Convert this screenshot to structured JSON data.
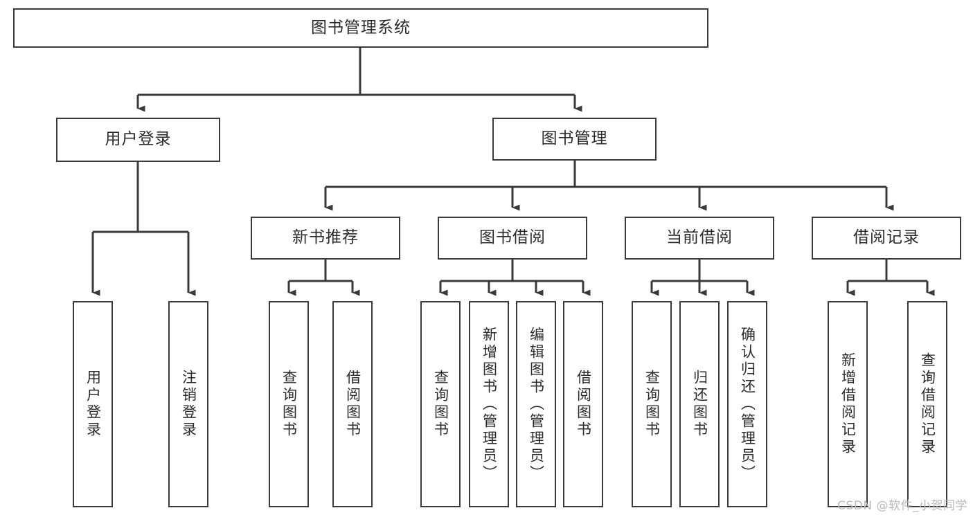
{
  "diagram": {
    "type": "tree-hierarchy",
    "title": "图书管理系统",
    "watermark": "CSDN @软件_小贺同学",
    "colors": {
      "stroke": "#3a3a3a",
      "fill": "#ffffff",
      "text": "#2b2b2b",
      "watermark": "#b9b9b9"
    },
    "levels": [
      {
        "level": 0,
        "nodes": [
          {
            "id": "root",
            "label": "图书管理系统",
            "orientation": "horizontal"
          }
        ]
      },
      {
        "level": 1,
        "nodes": [
          {
            "id": "login",
            "label": "用户登录",
            "orientation": "horizontal",
            "parent": "root"
          },
          {
            "id": "bookmgmt",
            "label": "图书管理",
            "orientation": "horizontal",
            "parent": "root"
          }
        ]
      },
      {
        "level": 2,
        "nodes": [
          {
            "id": "newbook",
            "label": "新书推荐",
            "orientation": "horizontal",
            "parent": "bookmgmt"
          },
          {
            "id": "borrow",
            "label": "图书借阅",
            "orientation": "horizontal",
            "parent": "bookmgmt"
          },
          {
            "id": "current",
            "label": "当前借阅",
            "orientation": "horizontal",
            "parent": "bookmgmt"
          },
          {
            "id": "records",
            "label": "借阅记录",
            "orientation": "horizontal",
            "parent": "bookmgmt"
          }
        ]
      },
      {
        "level": 3,
        "nodes": [
          {
            "id": "leaf1",
            "label": "用户登录",
            "orientation": "vertical",
            "parent": "login"
          },
          {
            "id": "leaf2",
            "label": "注销登录",
            "orientation": "vertical",
            "parent": "login"
          },
          {
            "id": "leaf3",
            "label": "查询图书",
            "orientation": "vertical",
            "parent": "newbook"
          },
          {
            "id": "leaf4",
            "label": "借阅图书",
            "orientation": "vertical",
            "parent": "newbook"
          },
          {
            "id": "leaf5",
            "label": "查询图书",
            "orientation": "vertical",
            "parent": "borrow"
          },
          {
            "id": "leaf6",
            "label": "新增图书（管理员）",
            "orientation": "vertical",
            "parent": "borrow"
          },
          {
            "id": "leaf7",
            "label": "编辑图书（管理员）",
            "orientation": "vertical",
            "parent": "borrow"
          },
          {
            "id": "leaf8",
            "label": "借阅图书",
            "orientation": "vertical",
            "parent": "borrow"
          },
          {
            "id": "leaf9",
            "label": "查询图书",
            "orientation": "vertical",
            "parent": "current"
          },
          {
            "id": "leaf10",
            "label": "归还图书",
            "orientation": "vertical",
            "parent": "current"
          },
          {
            "id": "leaf11",
            "label": "确认归还（管理员）",
            "orientation": "vertical",
            "parent": "current"
          },
          {
            "id": "leaf12",
            "label": "新增借阅记录",
            "orientation": "vertical",
            "parent": "records"
          },
          {
            "id": "leaf13",
            "label": "查询借阅记录",
            "orientation": "vertical",
            "parent": "records"
          }
        ]
      }
    ]
  }
}
